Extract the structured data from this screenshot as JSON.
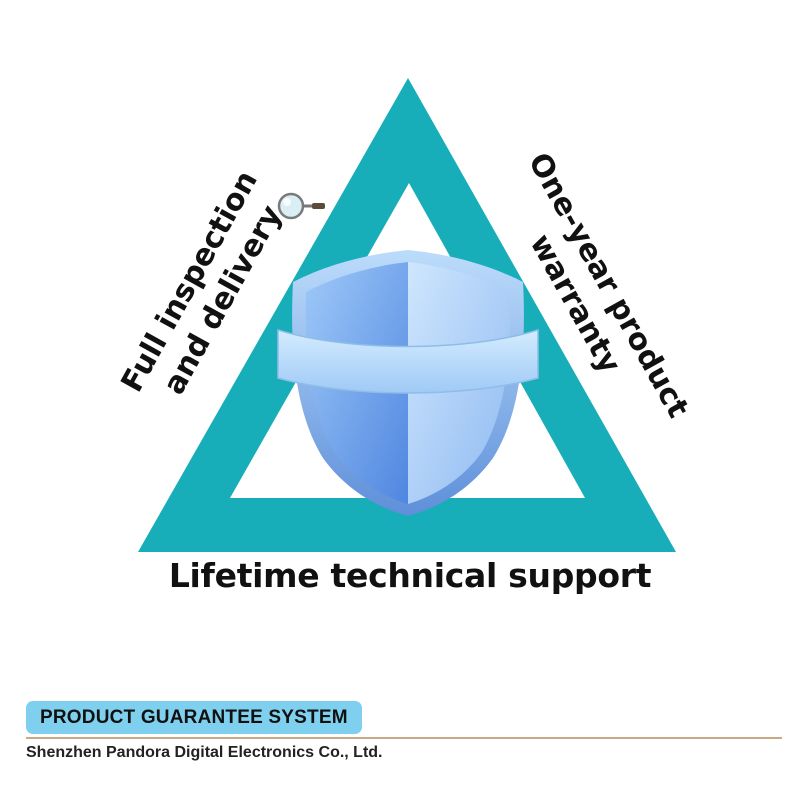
{
  "diagram": {
    "left_label_line1": "Full inspection",
    "left_label_line2": "and delivery",
    "right_label_line1": "One-year product",
    "right_label_line2": "warranty",
    "bottom_label": "Lifetime technical support"
  },
  "footer": {
    "badge": "PRODUCT GUARANTEE SYSTEM",
    "company": "Shenzhen Pandora Digital Electronics Co., Ltd."
  },
  "colors": {
    "triangle": "#17aeb9",
    "badge": "#7fd0ef",
    "divider": "#c9a985",
    "shield": "#6fa8ef"
  },
  "icons": [
    "magnifier-icon",
    "shield-icon"
  ]
}
